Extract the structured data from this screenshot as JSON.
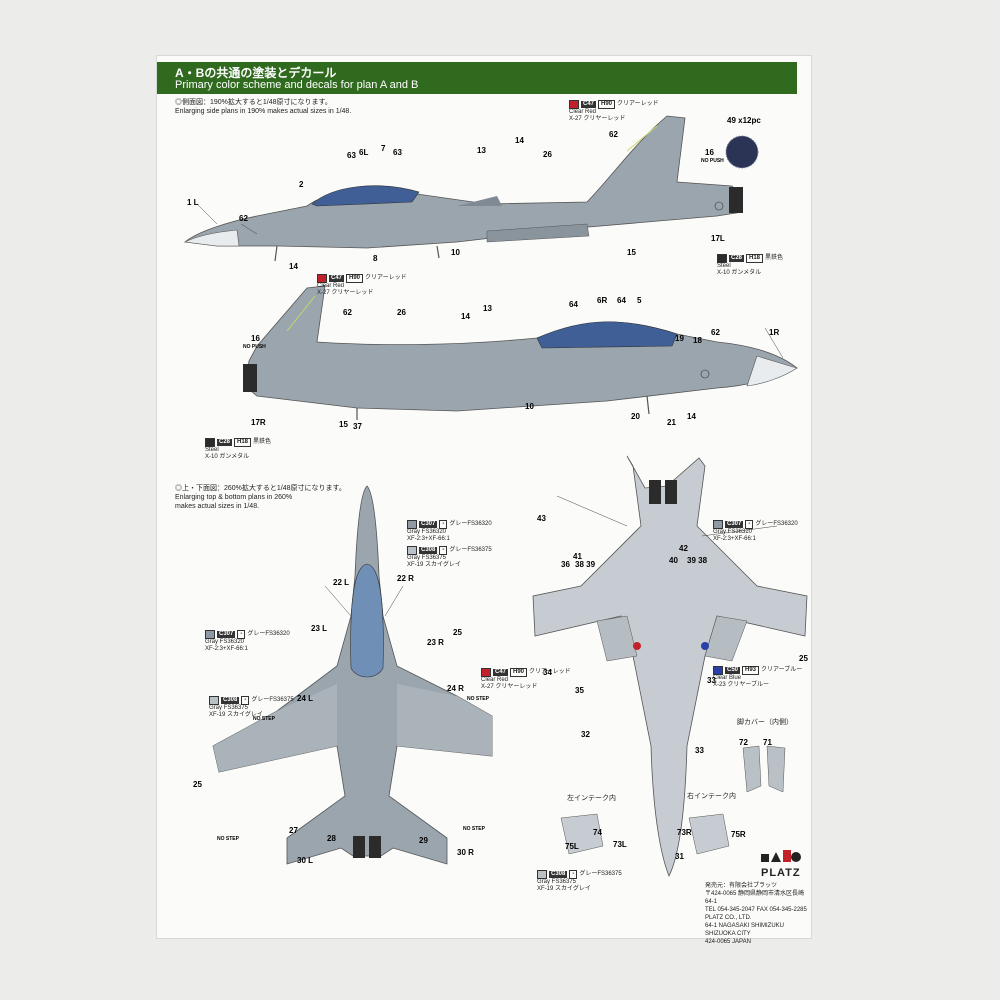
{
  "banner": {
    "title_jp": "A・Bの共通の塗装とデカール",
    "title_en": "Primary color scheme and decals for plan A and B"
  },
  "side_note": {
    "jp": "◎側面図：190%拡大すると1/48原寸になります。",
    "en": "Enlarging side plans in 190% makes actual sizes in 1/48."
  },
  "top_note": {
    "jp": "◎上・下面図：260%拡大すると1/48原寸になります。",
    "en1": "Enlarging top & bottom plans in 260%",
    "en2": "makes actual sizes in 1/48."
  },
  "roundel_label": "49 x12pc",
  "paint_codes": [
    {
      "id": "c47a",
      "c1": "C47",
      "c2": "H90",
      "jp": "クリアーレッド",
      "en": "Clear Red",
      "x": "X-27 クリヤーレッド",
      "color": "#c2202a"
    },
    {
      "id": "c28a",
      "c1": "C28",
      "c2": "H18",
      "jp": "黒鉄色",
      "en": "Steel",
      "x": "X-10 ガンメタル",
      "color": "#2b2b2b"
    },
    {
      "id": "c47b",
      "c1": "C47",
      "c2": "H90",
      "jp": "クリアーレッド",
      "en": "Clear Red",
      "x": "X-27 クリヤーレッド",
      "color": "#c2202a"
    },
    {
      "id": "c28b",
      "c1": "C28",
      "c2": "H18",
      "jp": "黒鉄色",
      "en": "Steel",
      "x": "X-10 ガンメタル",
      "color": "#2b2b2b"
    },
    {
      "id": "c307a",
      "c1": "C307",
      "c2": "-",
      "jp": "グレーFS36320",
      "en": "Gray FS36320",
      "x": "XF-2:3+XF-66:1",
      "color": "#8e99a4"
    },
    {
      "id": "c308a",
      "c1": "C308",
      "c2": "-",
      "jp": "グレーFS36375",
      "en": "Gray FS36375",
      "x": "XF-19 スカイグレイ",
      "color": "#b9c0c6"
    },
    {
      "id": "c307b",
      "c1": "C307",
      "c2": "-",
      "jp": "グレーFS36320",
      "en": "Gray FS36320",
      "x": "XF-2:3+XF-66:1",
      "color": "#8e99a4"
    },
    {
      "id": "c308b",
      "c1": "C308",
      "c2": "-",
      "jp": "グレーFS36375",
      "en": "Gray FS36375",
      "x": "XF-19 スカイグレイ",
      "color": "#b9c0c6"
    },
    {
      "id": "c307c",
      "c1": "C307",
      "c2": "-",
      "jp": "グレーFS36320",
      "en": "Gray FS36320",
      "x": "XF-2:3+XF-66:1",
      "color": "#8e99a4"
    },
    {
      "id": "c47c",
      "c1": "C47",
      "c2": "H90",
      "jp": "クリアーレッド",
      "en": "Clear Red",
      "x": "X-27 クリヤーレッド",
      "color": "#c2202a"
    },
    {
      "id": "c50",
      "c1": "C50",
      "c2": "H93",
      "jp": "クリアーブルー",
      "en": "Clear Blue",
      "x": "X-23 クリヤーブルー",
      "color": "#2b3fa8"
    },
    {
      "id": "c308c",
      "c1": "C308",
      "c2": "-",
      "jp": "グレーFS36375",
      "en": "Gray FS36375",
      "x": "XF-19 スカイグレイ",
      "color": "#b9c0c6"
    }
  ],
  "side1_labels": [
    "1 L",
    "62",
    "2",
    "63",
    "6L",
    "7",
    "63",
    "13",
    "14",
    "26",
    "62",
    "16",
    "NO PUSH",
    "17L",
    "8",
    "10",
    "14",
    "15"
  ],
  "side2_labels": [
    "16",
    "NO PUSH",
    "62",
    "26",
    "14",
    "13",
    "64",
    "6R",
    "64",
    "5",
    "62",
    "1R",
    "19",
    "18",
    "17R",
    "15",
    "37",
    "10",
    "20",
    "21",
    "14"
  ],
  "top_labels": [
    "22 L",
    "22 R",
    "23 L",
    "23 R",
    "24 L",
    "24 R",
    "25",
    "27",
    "28",
    "29",
    "30 L",
    "30 R",
    "NO STEP",
    "NO STEP",
    "NO STEP",
    "NO STEP"
  ],
  "bottom_labels": [
    "43",
    "41",
    "36",
    "38 39",
    "42",
    "40",
    "39 38",
    "25",
    "25",
    "34",
    "35",
    "32",
    "33",
    "33",
    "31"
  ],
  "gear_cover": {
    "title": "脚カバー（内側）",
    "nums": [
      "72",
      "71"
    ]
  },
  "intake_left": {
    "title": "左インテーク内",
    "nums": [
      "75L",
      "74",
      "73L"
    ]
  },
  "intake_right": {
    "title": "右インテーク内",
    "nums": [
      "73R",
      "75R"
    ]
  },
  "brand": "PLATZ",
  "footer": {
    "l1": "発売元：有限会社プラッツ",
    "l2": "〒424-0065 静岡県静岡市清水区長崎64-1",
    "l3": "TEL 054-345-2047  FAX 054-345-2285",
    "l4": "PLATZ CO., LTD.",
    "l5": "64-1 NAGASAKI SHIMIZUKU SHIZUOKA CITY",
    "l6": "424-0065 JAPAN"
  }
}
